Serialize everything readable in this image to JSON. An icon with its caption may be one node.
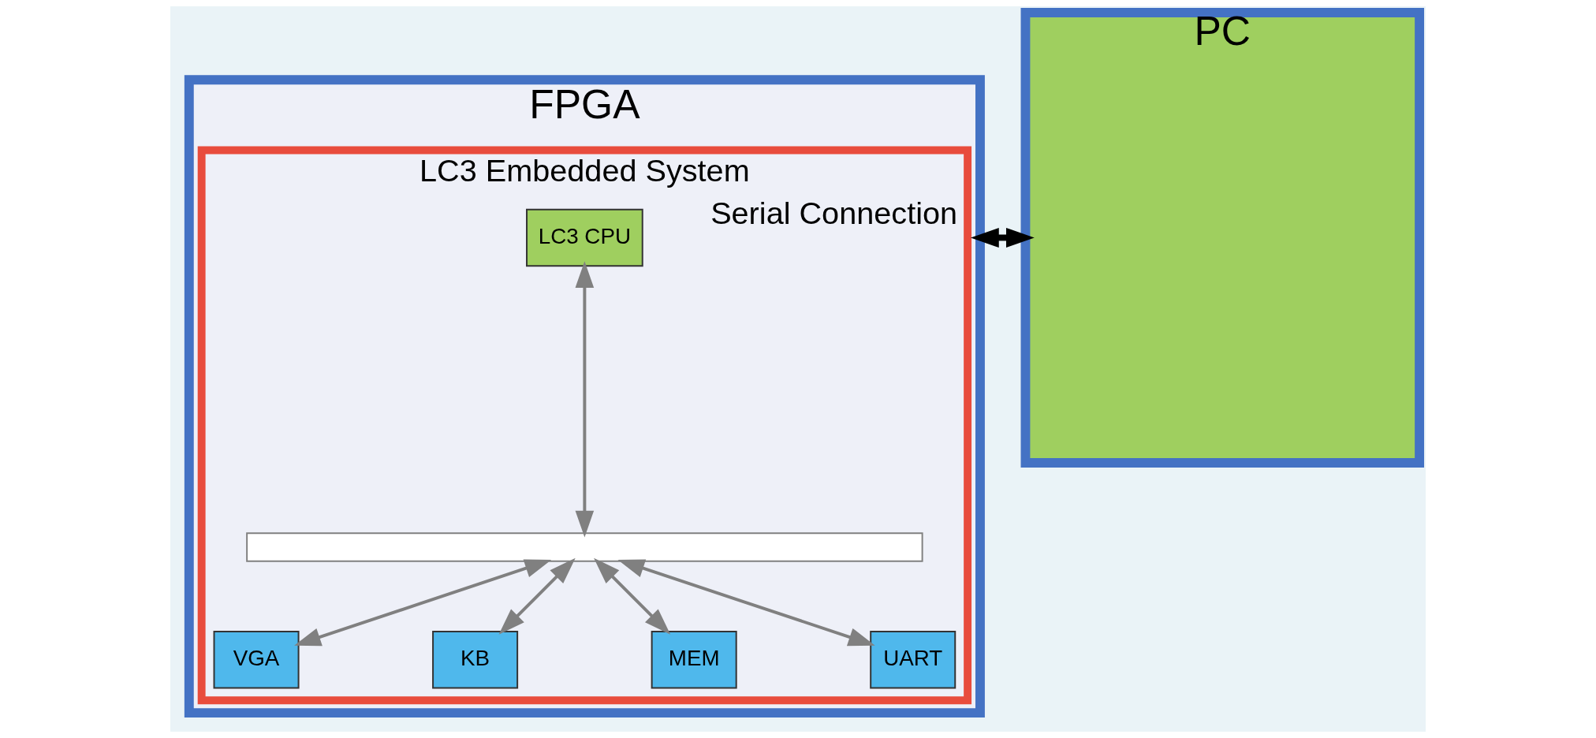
{
  "diagram": {
    "nodes": [
      {
        "text": [
          "FPGA"
        ]
      },
      {
        "text": [
          "LC3 Embedded System"
        ],
        "in": 0
      },
      {
        "text": [
          "LC3 CPU"
        ],
        "in": 1
      },
      {
        "text": [],
        "shape": "bar",
        "in": 1
      },
      {
        "text": [
          "VGA"
        ],
        "in": 1
      },
      {
        "text": [
          "KB"
        ],
        "in": 1
      },
      {
        "text": [
          "MEM"
        ],
        "in": 1
      },
      {
        "text": [
          "UART"
        ],
        "in": 1
      },
      {
        "text": [
          "PC"
        ]
      }
    ],
    "edges": [
      {
        "from": 2,
        "to": 3,
        "arrow": "both"
      },
      {
        "from": 3,
        "to": 4,
        "arrow": "both"
      },
      {
        "from": 3,
        "to": 5,
        "arrow": "both"
      },
      {
        "from": 3,
        "to": 6,
        "arrow": "both"
      },
      {
        "from": 3,
        "to": 7,
        "arrow": "both"
      },
      {
        "from": 0,
        "to": 8,
        "arrow": "both",
        "label": "Serial Connection",
        "style": "thick",
        "color": "#000000"
      }
    ]
  }
}
